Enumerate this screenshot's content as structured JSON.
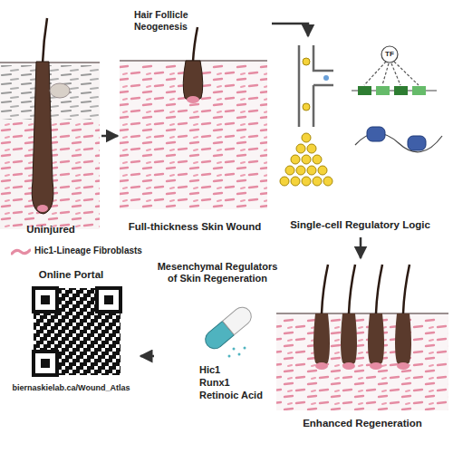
{
  "diagram": {
    "nodes": [
      {
        "text": [
          "Uninjured"
        ]
      },
      {
        "text": [
          "Hair Follicle Neogenesis",
          "Full-thickness Skin Wound"
        ]
      },
      {
        "text": [
          "Single-cell Regulatory Logic"
        ]
      },
      {
        "text": [
          "TF"
        ],
        "in": 2
      },
      {
        "text": [
          "Enhanced Regeneration"
        ]
      },
      {
        "text": [
          "Mesenchymal Regulators of Skin Regeneration",
          "Hic1",
          "Runx1",
          "Retinoic Acid"
        ]
      },
      {
        "text": [
          "Online Portal",
          "biernaskielab.ca/Wound_Atlas"
        ]
      }
    ],
    "edges": [
      {
        "from": 0,
        "to": 1,
        "arrow": "to"
      },
      {
        "from": 1,
        "to": 2,
        "arrow": "to"
      },
      {
        "from": 2,
        "to": 4,
        "arrow": "to"
      },
      {
        "from": 5,
        "to": 6,
        "arrow": "to"
      }
    ],
    "legend": [
      {
        "text": "Hic1-Lineage Fibroblasts"
      }
    ]
  }
}
